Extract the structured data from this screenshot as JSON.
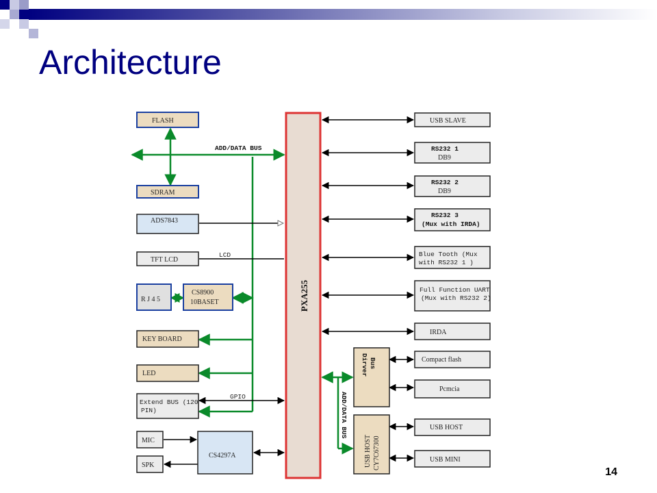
{
  "title": "Architecture",
  "page_number": "14",
  "diagram": {
    "cpu": "PXA255",
    "bus_labels": {
      "add_data_bus": "ADD/DATA BUS",
      "add_data_bus_vertical": "ADD/DATA BUS",
      "lcd": "LCD",
      "gpio": "GPIO"
    },
    "left_blocks": {
      "flash": "FLASH",
      "sdram": "SDRAM",
      "ads7843": "ADS7843",
      "tft_lcd": "TFT LCD",
      "rj45": "R J 4 5",
      "cs8900_line1": "CS8900",
      "cs8900_line2": "10BASET",
      "keyboard": "KEY BOARD",
      "led": "LED",
      "extend_bus_line1": "Extend BUS (120",
      "extend_bus_line2": "PIN)",
      "mic": "MIC",
      "spk": "SPK",
      "cs4297a": "CS4297A"
    },
    "right_blocks": {
      "usb_slave": "USB SLAVE",
      "rs232_1_line1": "RS232  1",
      "rs232_1_line2": "DB9",
      "rs232_2_line1": "RS232  2",
      "rs232_2_line2": "DB9",
      "rs232_3_line1": "RS232  3",
      "rs232_3_line2": "(Mux with IRDA)",
      "bluetooth_line1": "Blue Tooth    (Mux",
      "bluetooth_line2": "with RS232 1 )",
      "uart_line1": "Full Function UART",
      "uart_line2": "(Mux with RS232 2)",
      "irda": "IRDA",
      "bus_driver_line1": "Bus",
      "bus_driver_line2": "Dirver",
      "compact_flash": "Compact flash",
      "pcmcia": "Pcmcia",
      "usb_host_chip_line1": "USB HOST",
      "usb_host_chip_line2": "CY7C67300",
      "usb_host": "USB HOST",
      "usb_mini": "USB MINI"
    }
  }
}
